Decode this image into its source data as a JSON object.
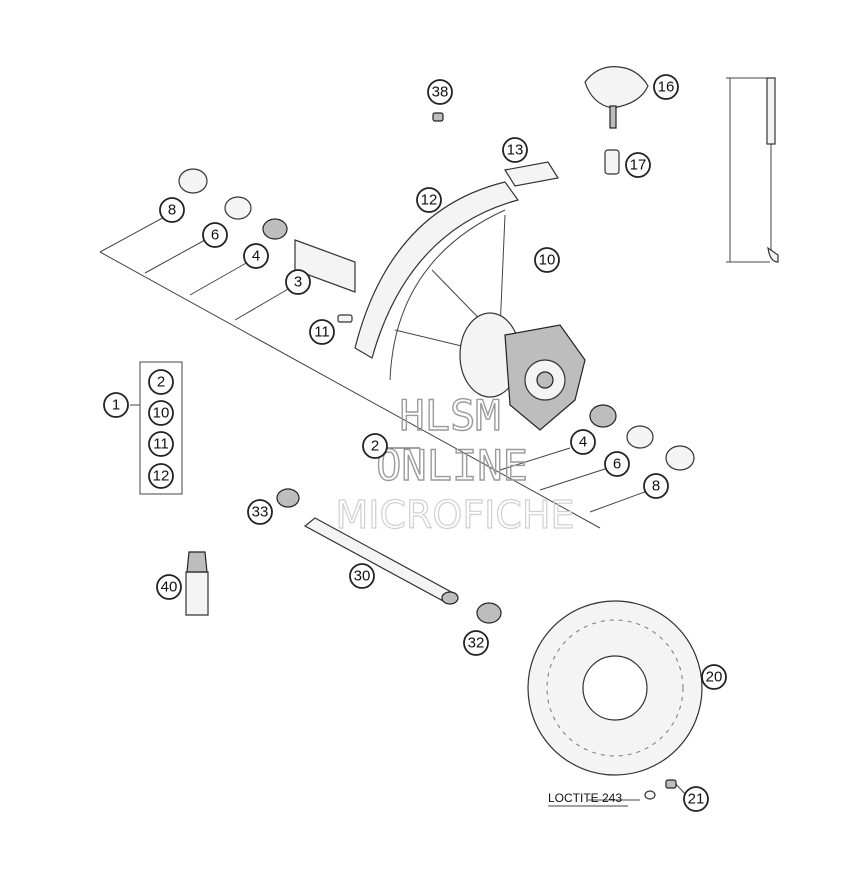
{
  "callouts": [
    "38",
    "16",
    "17",
    "13",
    "12",
    "10",
    "8",
    "6",
    "4",
    "3",
    "11",
    "1",
    "2",
    "10",
    "11",
    "12",
    "2",
    "4",
    "6",
    "8",
    "33",
    "30",
    "40",
    "32",
    "20",
    "21"
  ],
  "loctite_label": "LOCTITE 243",
  "watermark": {
    "line1": "HLSM",
    "line2": "ONLINE",
    "line3": "MICROFICHE"
  }
}
